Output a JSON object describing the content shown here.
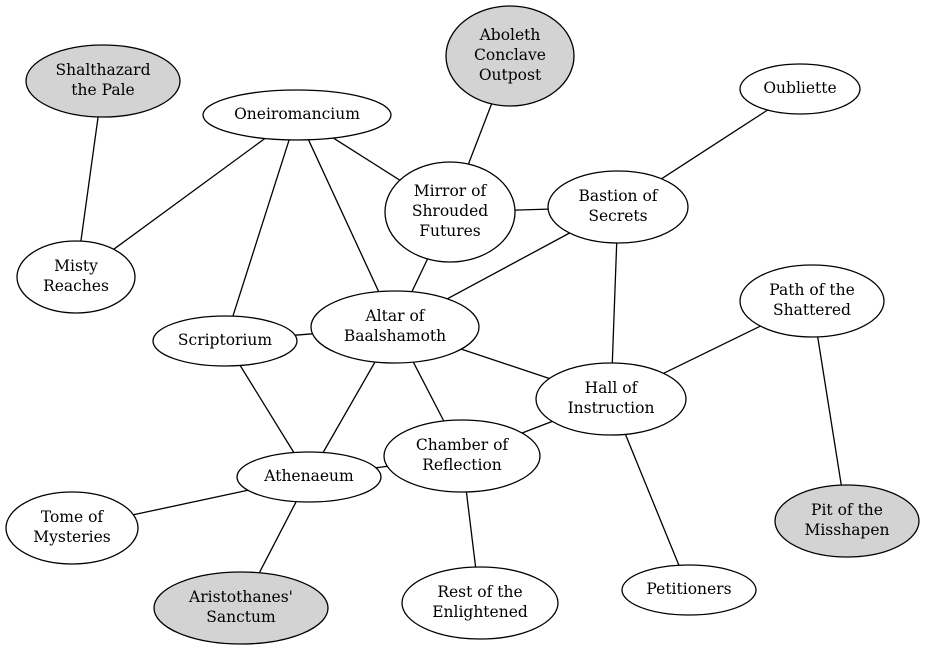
{
  "colors": {
    "highlight_fill": "#d3d3d3",
    "default_fill": "#ffffff",
    "stroke": "#000000"
  },
  "nodes": [
    {
      "id": "shalthazard",
      "lines": [
        "Shalthazard",
        "the Pale"
      ],
      "highlighted": true
    },
    {
      "id": "aboleth",
      "lines": [
        "Aboleth",
        "Conclave",
        "Outpost"
      ],
      "highlighted": true
    },
    {
      "id": "oubliette",
      "lines": [
        "Oubliette"
      ],
      "highlighted": false
    },
    {
      "id": "oneiromancium",
      "lines": [
        "Oneiromancium"
      ],
      "highlighted": false
    },
    {
      "id": "mirror",
      "lines": [
        "Mirror of",
        "Shrouded",
        "Futures"
      ],
      "highlighted": false
    },
    {
      "id": "bastion",
      "lines": [
        "Bastion of",
        "Secrets"
      ],
      "highlighted": false
    },
    {
      "id": "misty",
      "lines": [
        "Misty",
        "Reaches"
      ],
      "highlighted": false
    },
    {
      "id": "altar",
      "lines": [
        "Altar of",
        "Baalshamoth"
      ],
      "highlighted": false
    },
    {
      "id": "scriptorium",
      "lines": [
        "Scriptorium"
      ],
      "highlighted": false
    },
    {
      "id": "path",
      "lines": [
        "Path of the",
        "Shattered"
      ],
      "highlighted": false
    },
    {
      "id": "hall",
      "lines": [
        "Hall of",
        "Instruction"
      ],
      "highlighted": false
    },
    {
      "id": "chamber",
      "lines": [
        "Chamber of",
        "Reflection"
      ],
      "highlighted": false
    },
    {
      "id": "athenaeum",
      "lines": [
        "Athenaeum"
      ],
      "highlighted": false
    },
    {
      "id": "tome",
      "lines": [
        "Tome of",
        "Mysteries"
      ],
      "highlighted": false
    },
    {
      "id": "pit",
      "lines": [
        "Pit of the",
        "Misshapen"
      ],
      "highlighted": true
    },
    {
      "id": "aristothanes",
      "lines": [
        "Aristothanes'",
        "Sanctum"
      ],
      "highlighted": true
    },
    {
      "id": "rest",
      "lines": [
        "Rest of the",
        "Enlightened"
      ],
      "highlighted": false
    },
    {
      "id": "petitioners",
      "lines": [
        "Petitioners"
      ],
      "highlighted": false
    }
  ],
  "edges": [
    [
      "shalthazard",
      "misty"
    ],
    [
      "aboleth",
      "mirror"
    ],
    [
      "oubliette",
      "bastion"
    ],
    [
      "oneiromancium",
      "misty"
    ],
    [
      "oneiromancium",
      "mirror"
    ],
    [
      "oneiromancium",
      "scriptorium"
    ],
    [
      "oneiromancium",
      "altar"
    ],
    [
      "mirror",
      "bastion"
    ],
    [
      "mirror",
      "altar"
    ],
    [
      "bastion",
      "altar"
    ],
    [
      "bastion",
      "hall"
    ],
    [
      "scriptorium",
      "altar"
    ],
    [
      "scriptorium",
      "athenaeum"
    ],
    [
      "altar",
      "athenaeum"
    ],
    [
      "altar",
      "chamber"
    ],
    [
      "altar",
      "hall"
    ],
    [
      "path",
      "hall"
    ],
    [
      "path",
      "pit"
    ],
    [
      "hall",
      "chamber"
    ],
    [
      "hall",
      "petitioners"
    ],
    [
      "chamber",
      "athenaeum"
    ],
    [
      "chamber",
      "rest"
    ],
    [
      "athenaeum",
      "tome"
    ],
    [
      "athenaeum",
      "aristothanes"
    ]
  ]
}
